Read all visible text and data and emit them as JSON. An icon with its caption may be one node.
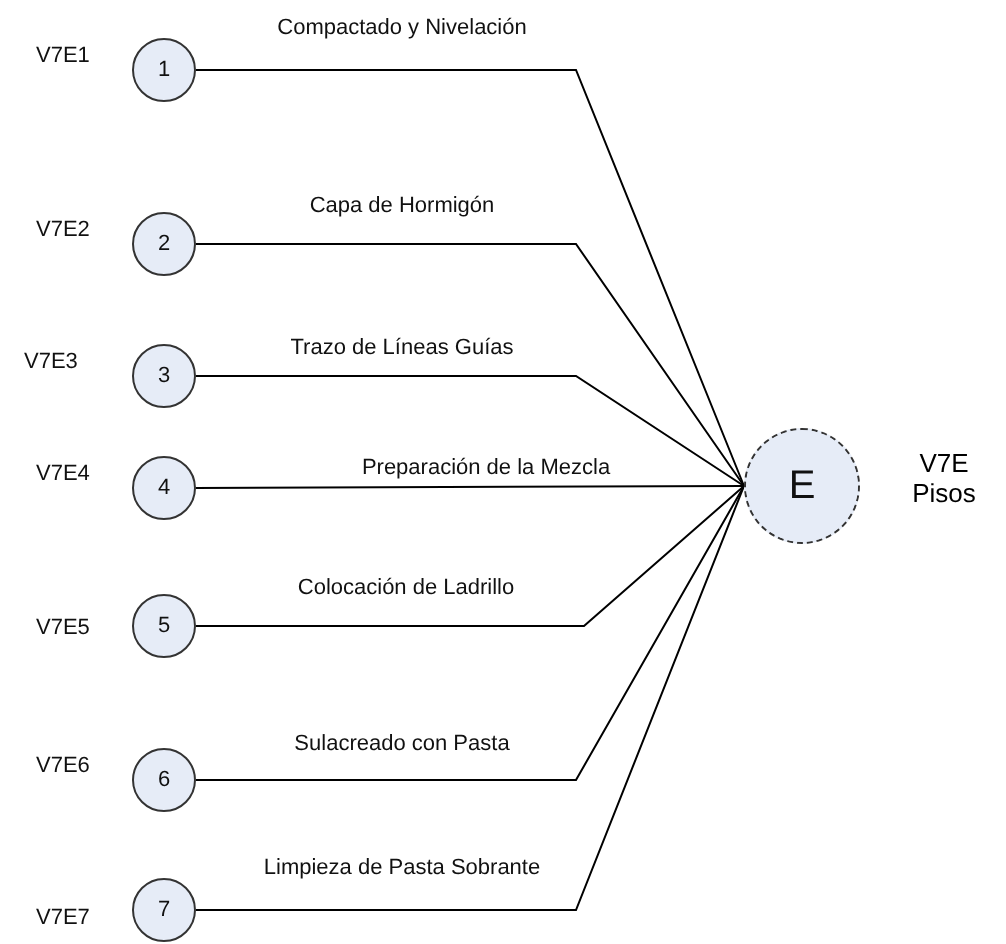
{
  "diagram": {
    "nodes": [
      {
        "text": [
          "1"
        ],
        "beside": [
          "V7E1"
        ]
      },
      {
        "text": [
          "2"
        ],
        "beside": [
          "V7E2"
        ]
      },
      {
        "text": [
          "3"
        ],
        "beside": [
          "V7E3"
        ]
      },
      {
        "text": [
          "4"
        ],
        "beside": [
          "V7E4"
        ]
      },
      {
        "text": [
          "5"
        ],
        "beside": [
          "V7E5"
        ]
      },
      {
        "text": [
          "6"
        ],
        "beside": [
          "V7E6"
        ]
      },
      {
        "text": [
          "7"
        ],
        "beside": [
          "V7E7"
        ]
      },
      {
        "text": [
          "E"
        ],
        "beside": [
          "V7E Pisos"
        ]
      }
    ],
    "edges": [
      {
        "from": 0,
        "to": 7,
        "arrow": "none",
        "label": "Compactado y Nivelación"
      },
      {
        "from": 1,
        "to": 7,
        "arrow": "none",
        "label": "Capa de Hormigón"
      },
      {
        "from": 2,
        "to": 7,
        "arrow": "none",
        "label": "Trazo de Líneas Guías"
      },
      {
        "from": 3,
        "to": 7,
        "arrow": "none",
        "label": "Preparación de la Mezcla"
      },
      {
        "from": 4,
        "to": 7,
        "arrow": "none",
        "label": "Colocación de Ladrillo"
      },
      {
        "from": 5,
        "to": 7,
        "arrow": "none",
        "label": "Sulacreado con Pasta"
      },
      {
        "from": 6,
        "to": 7,
        "arrow": "none",
        "label": "Limpieza de Pasta Sobrante"
      }
    ]
  }
}
